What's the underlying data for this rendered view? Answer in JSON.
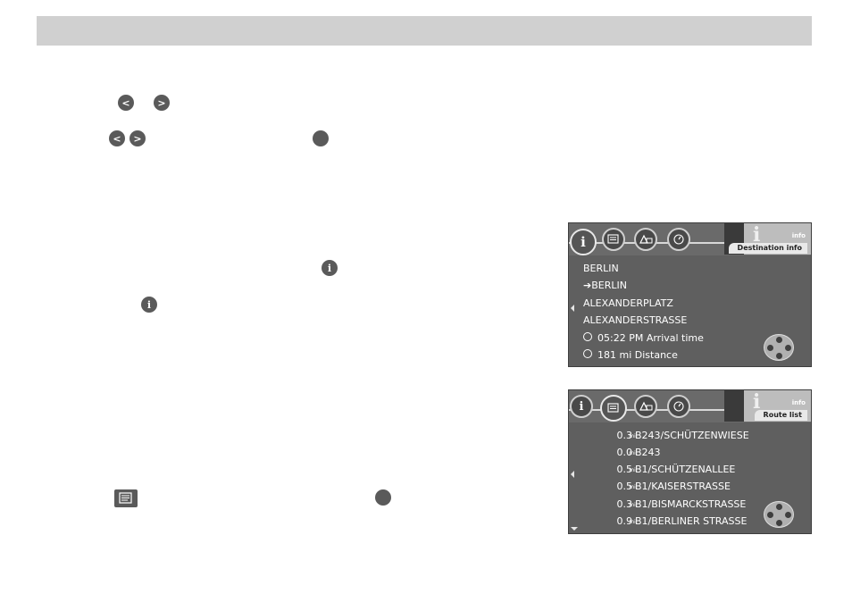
{
  "buttons": {
    "left_symbol": "<",
    "right_symbol": ">",
    "info_symbol": "i"
  },
  "screen1": {
    "title": "Destination info",
    "banner": "info",
    "lines": [
      "BERLIN",
      "➔BERLIN",
      "ALEXANDERPLATZ",
      "ALEXANDERSTRASSE"
    ],
    "arrival": "05:22 PM Arrival time",
    "distance": "181 mi Distance"
  },
  "screen2": {
    "title": "Route list",
    "banner": "info",
    "unit": "mi",
    "rows": [
      {
        "dist": "0.3",
        "road": "B243/SCHÜTZENWIESE"
      },
      {
        "dist": "0.0",
        "road": "B243"
      },
      {
        "dist": "0.5",
        "road": "B1/SCHÜTZENALLEE"
      },
      {
        "dist": "0.5",
        "road": "B1/KAISERSTRASSE"
      },
      {
        "dist": "0.3",
        "road": "B1/BISMARCKSTRASSE"
      },
      {
        "dist": "0.9",
        "road": "B1/BERLINER STRASSE"
      }
    ]
  },
  "colors": {
    "header_bar": "#d0d0d0",
    "screen_bg": "#5f5f5f",
    "button_bg": "#5a5a5a"
  }
}
